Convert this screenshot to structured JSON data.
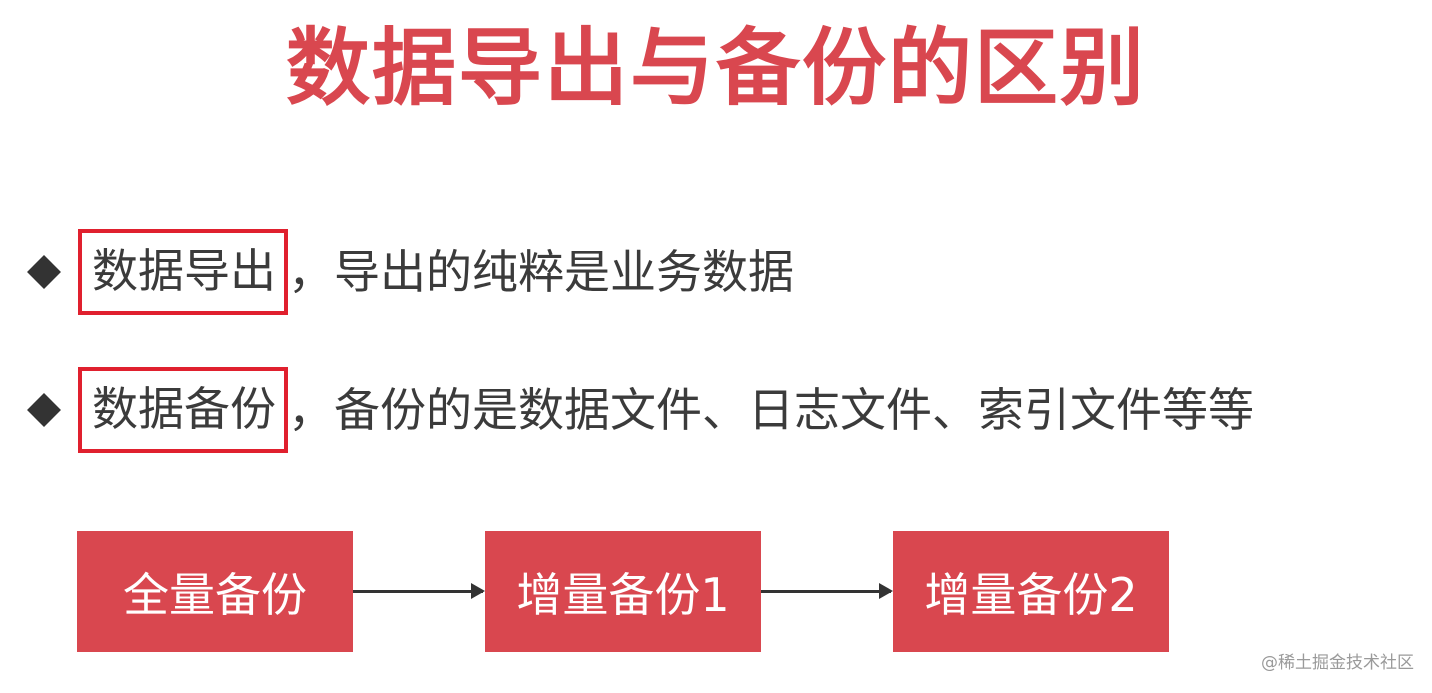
{
  "title": "数据导出与备份的区别",
  "bullets": [
    {
      "highlight": "数据导出",
      "text": "，导出的纯粹是业务数据"
    },
    {
      "highlight": "数据备份",
      "text": "，备份的是数据文件、日志文件、索引文件等等"
    }
  ],
  "flow": [
    {
      "label": "全量备份"
    },
    {
      "label": "增量备份1"
    },
    {
      "label": "增量备份2"
    }
  ],
  "watermark": "@稀土掘金技术社区",
  "colors": {
    "title": "#d9474f",
    "highlight_border": "#e0202e",
    "flow_box": "#d9474f",
    "text": "#3b3b3b"
  }
}
